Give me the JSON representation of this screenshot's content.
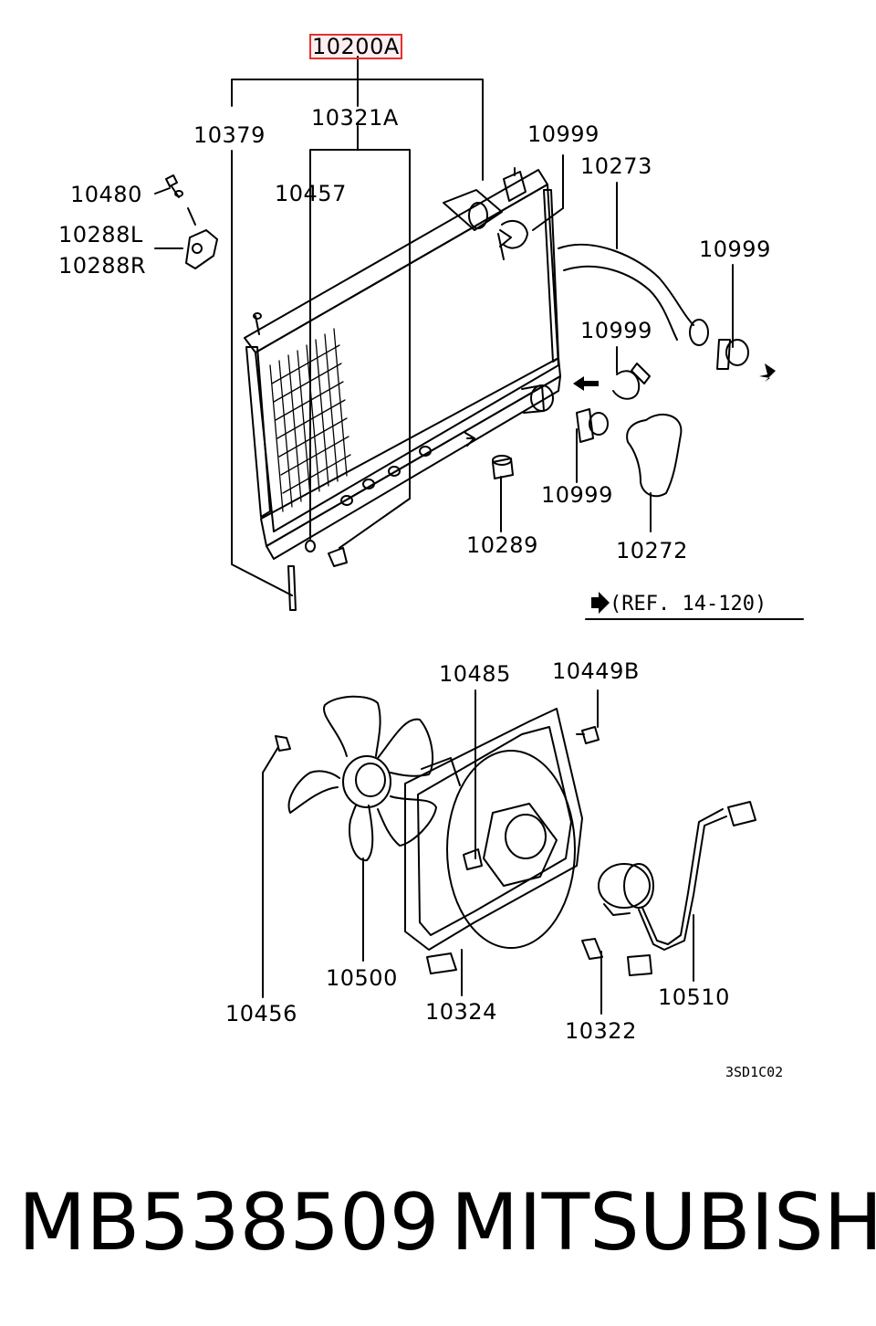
{
  "labels": {
    "p10200A": "10200A",
    "p10379": "10379",
    "p10321A": "10321A",
    "p10457": "10457",
    "p10480": "10480",
    "p10288L": "10288L",
    "p10288R": "10288R",
    "p10999_a": "10999",
    "p10273": "10273",
    "p10999_b": "10999",
    "p10999_c": "10999",
    "p10999_d": "10999",
    "p10289": "10289",
    "p10272": "10272",
    "p10485": "10485",
    "p10449B": "10449B",
    "p10456": "10456",
    "p10500": "10500",
    "p10324": "10324",
    "p10322": "10322",
    "p10510": "10510"
  },
  "reference": "(REF. 14-120)",
  "drawing_code": "3SD1C02",
  "footer": {
    "part_number": "MB538509",
    "brand": "MITSUBISHI"
  },
  "colors": {
    "line": "#000000",
    "highlight": "#e53030",
    "background": "#ffffff"
  },
  "icons": {
    "reference_arrow": "right-arrow-icon",
    "flow_arrow": "direction-arrow-icon"
  }
}
